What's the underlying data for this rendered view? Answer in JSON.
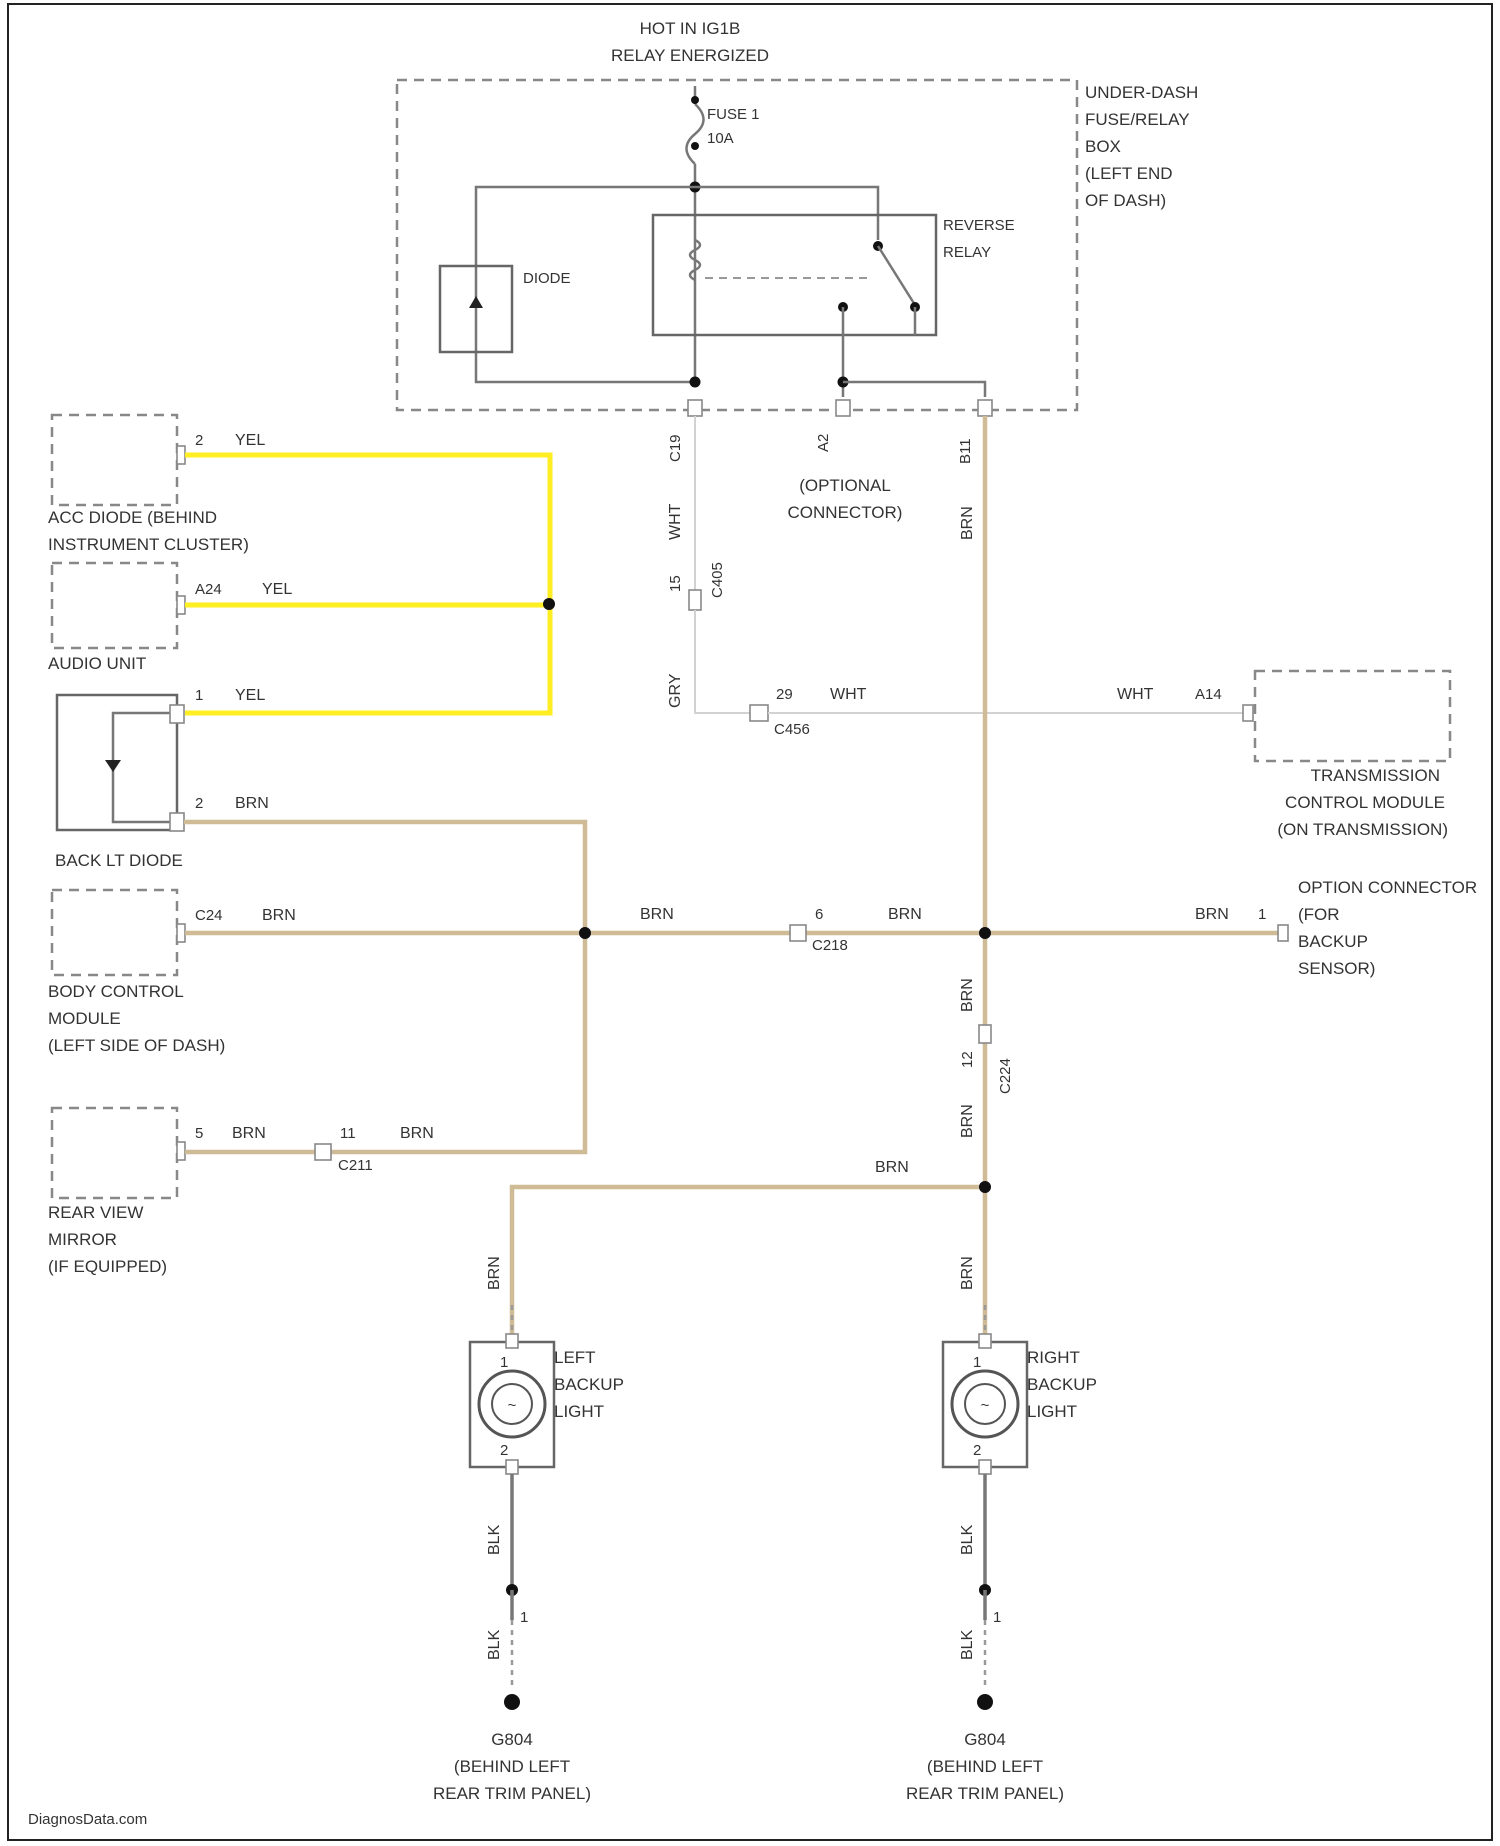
{
  "colors": {
    "brown_wire": "#cfbb95",
    "yellow_wire": "#ffee22",
    "white_wire": "#d2d2d2",
    "black_wire": "#777777"
  },
  "header": {
    "hot_line1": "HOT IN IG1B",
    "hot_line2": "RELAY ENERGIZED"
  },
  "fuse_box": {
    "label_lines": [
      "UNDER-DASH",
      "FUSE/RELAY",
      "BOX",
      "(LEFT END",
      "OF DASH)"
    ],
    "fuse_name": "FUSE 1",
    "fuse_rating": "10A",
    "diode_label": "DIODE",
    "relay_label_lines": [
      "REVERSE",
      "RELAY"
    ],
    "pin_left": "C19",
    "pin_mid": "A2",
    "pin_right": "B11"
  },
  "optional_connector": [
    "(OPTIONAL",
    "CONNECTOR)"
  ],
  "components": {
    "acc_diode": {
      "lines": [
        "ACC DIODE (BEHIND",
        "INSTRUMENT CLUSTER)"
      ],
      "pin": "2",
      "wire": "YEL"
    },
    "audio_unit": {
      "lines": [
        "AUDIO UNIT"
      ],
      "pin": "A24",
      "wire": "YEL"
    },
    "back_lt_diode": {
      "lines": [
        "BACK LT DIODE"
      ],
      "pin_top": "1",
      "wire_top": "YEL",
      "pin_bottom": "2",
      "wire_bottom": "BRN"
    },
    "body_control": {
      "lines": [
        "BODY CONTROL",
        "MODULE",
        "(LEFT SIDE OF DASH)"
      ],
      "pin": "C24",
      "wire": "BRN"
    },
    "rear_view_mirror": {
      "lines": [
        "REAR VIEW",
        "MIRROR",
        "(IF EQUIPPED)"
      ],
      "pin": "5",
      "wire": "BRN"
    },
    "tcm": {
      "lines": [
        "TRANSMISSION",
        "CONTROL MODULE",
        "(ON TRANSMISSION)"
      ],
      "pin": "A14",
      "wire": "WHT"
    },
    "option_connector": {
      "lines": [
        "OPTION CONNECTOR",
        "(FOR",
        "BACKUP",
        "SENSOR)"
      ],
      "pin": "1",
      "wire": "BRN"
    },
    "left_backup": {
      "lines": [
        "LEFT",
        "BACKUP",
        "LIGHT"
      ],
      "pin_top": "1",
      "pin_bottom": "2"
    },
    "right_backup": {
      "lines": [
        "RIGHT",
        "BACKUP",
        "LIGHT"
      ],
      "pin_top": "1",
      "pin_bottom": "2"
    }
  },
  "wires": {
    "wht_c19_wire": "WHT",
    "c405_pin": "15",
    "c405_name": "C405",
    "gry_wire": "GRY",
    "c456_pin": "29",
    "c456_name": "C456",
    "c456_wire": "WHT",
    "b11_wire": "BRN",
    "mid_brn": "BRN",
    "c218_pin": "6",
    "c218_name": "C218",
    "c218_wire": "BRN",
    "vert_brn_upper": "BRN",
    "c224_pin": "12",
    "c224_name": "C224",
    "vert_brn_lower": "BRN",
    "c211_pin": "11",
    "c211_name": "C211",
    "c211_wire": "BRN",
    "bottom_brn": "BRN",
    "left_lamp_brn": "BRN",
    "right_lamp_brn": "BRN",
    "left_blk_upper": "BLK",
    "right_blk_upper": "BLK",
    "left_blk_lower": "BLK",
    "right_blk_lower": "BLK",
    "left_blk_pin": "1",
    "right_blk_pin": "1"
  },
  "grounds": {
    "left": {
      "name": "G804",
      "lines": [
        "(BEHIND LEFT",
        "REAR TRIM PANEL)"
      ]
    },
    "right": {
      "name": "G804",
      "lines": [
        "(BEHIND LEFT",
        "REAR TRIM PANEL)"
      ]
    }
  },
  "watermark": "DiagnosData.com"
}
